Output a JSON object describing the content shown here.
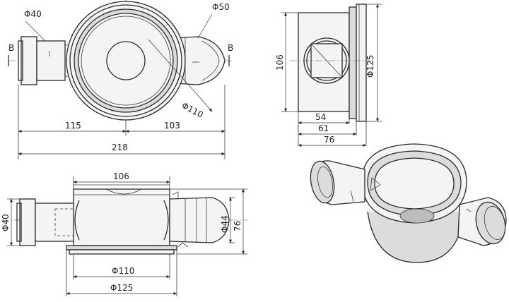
{
  "top_view": {
    "dia_inlet": "Φ40",
    "dia_outlet": "Φ50",
    "dia_body": "Φ110",
    "dim_left": "115",
    "dim_right": "103",
    "dim_total": "218",
    "section_mark": "B"
  },
  "side_view": {
    "height": "106",
    "dia_flange": "Φ125",
    "dim_54": "54",
    "dim_61": "61",
    "dim_76": "76"
  },
  "front_view": {
    "width": "106",
    "dia_inlet": "Φ40",
    "dia_outlet": "Φ44",
    "height": "76",
    "dia_body": "Φ110",
    "dia_flange": "Φ125"
  }
}
